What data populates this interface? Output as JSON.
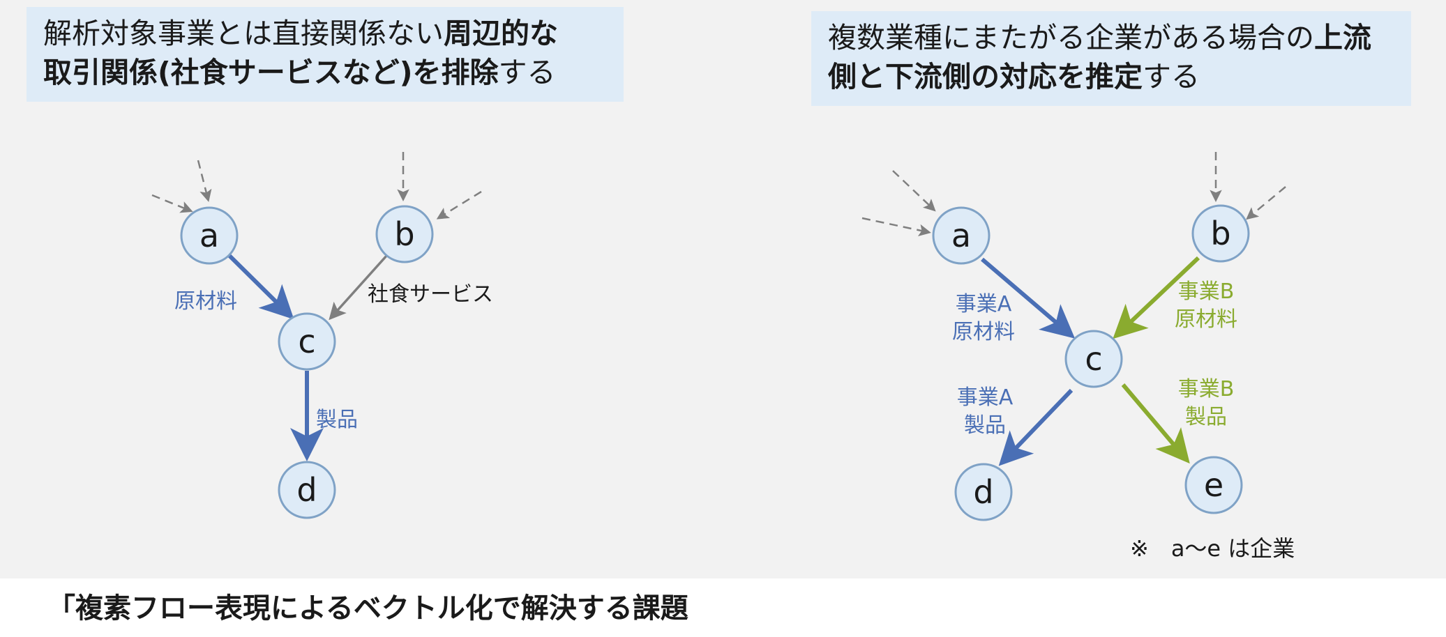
{
  "left_panel": {
    "title_normal_1": "解析対象事業とは直接関係ない",
    "title_bold_1": "周辺的な",
    "title_bold_2": "取引関係(社食サービスなど)を排除",
    "title_normal_2": "する",
    "nodes": [
      {
        "id": "a",
        "label": "a"
      },
      {
        "id": "b",
        "label": "b"
      },
      {
        "id": "c",
        "label": "c"
      },
      {
        "id": "d",
        "label": "d"
      }
    ],
    "edges": [
      {
        "from": "a",
        "to": "c",
        "label": "原材料",
        "kind": "blue"
      },
      {
        "from": "b",
        "to": "c",
        "label": "社食サービス",
        "kind": "gray"
      },
      {
        "from": "c",
        "to": "d",
        "label": "製品",
        "kind": "blue"
      }
    ]
  },
  "right_panel": {
    "title_normal_1": "複数業種にまたがる企業がある場合の",
    "title_bold_1": "上流",
    "title_bold_2": "側と下流側の対応を推定",
    "title_normal_2": "する",
    "nodes": [
      {
        "id": "a",
        "label": "a"
      },
      {
        "id": "b",
        "label": "b"
      },
      {
        "id": "c",
        "label": "c"
      },
      {
        "id": "d",
        "label": "d"
      },
      {
        "id": "e",
        "label": "e"
      }
    ],
    "edges": [
      {
        "from": "a",
        "to": "c",
        "label_line1": "事業A",
        "label_line2": "原材料",
        "kind": "blue"
      },
      {
        "from": "b",
        "to": "c",
        "label_line1": "事業B",
        "label_line2": "原材料",
        "kind": "green"
      },
      {
        "from": "c",
        "to": "d",
        "label_line1": "事業A",
        "label_line2": "製品",
        "kind": "blue"
      },
      {
        "from": "c",
        "to": "e",
        "label_line1": "事業B",
        "label_line2": "製品",
        "kind": "green"
      }
    ],
    "footnote": "※　a～e は企業"
  },
  "caption": "「複素フロー表現によるベクトル化で解決する課題",
  "colors": {
    "blue": "#4a6fb5",
    "green": "#8aab2f",
    "gray": "#7f7f7f",
    "node_fill": "#deebf7",
    "node_stroke": "#7fa2c6",
    "title_bg": "#deebf7"
  }
}
